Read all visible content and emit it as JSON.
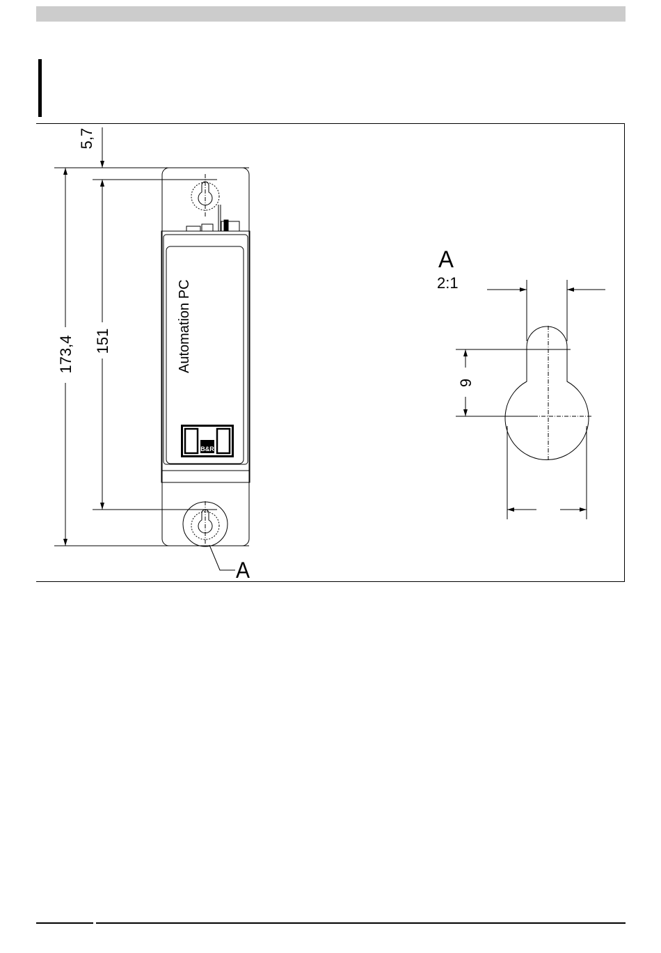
{
  "drawing": {
    "dimensions": {
      "top_offset": "5,7",
      "total_height": "173,4",
      "hole_spacing": "151",
      "detail_keyhole": "9"
    },
    "device_label": "Automation PC",
    "logo_text": "B&R",
    "callout_label": "A",
    "detail": {
      "label": "A",
      "scale": "2:1"
    }
  }
}
